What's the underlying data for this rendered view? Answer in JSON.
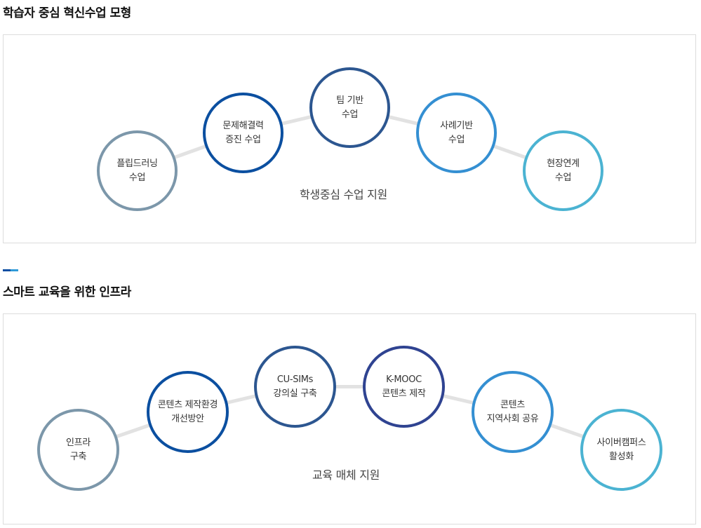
{
  "section1": {
    "title": "학습자 중심 혁신수업 모형",
    "center_label": "학생중심 수업 지원",
    "nodes": [
      {
        "line1": "플립드러닝",
        "line2": "수업",
        "color": "#7c97aa"
      },
      {
        "line1": "문제해결력",
        "line2": "증진 수업",
        "color": "#0b4fa0"
      },
      {
        "line1": "팀 기반",
        "line2": "수업",
        "color": "#2c5690"
      },
      {
        "line1": "사례기반",
        "line2": "수업",
        "color": "#348fd2"
      },
      {
        "line1": "현장연계",
        "line2": "수업",
        "color": "#4bb3d2"
      }
    ]
  },
  "section2": {
    "title": "스마트 교육을 위한 인프라",
    "center_label": "교육 매체 지원",
    "nodes": [
      {
        "line1": "인프라",
        "line2": "구축",
        "color": "#7c97aa"
      },
      {
        "line1": "콘텐츠 제작환경",
        "line2": "개선방안",
        "color": "#0b4fa0"
      },
      {
        "line1": "CU-SIMs",
        "line2": "강의실 구축",
        "color": "#2c5690"
      },
      {
        "line1": "K-MOOC",
        "line2": "콘텐츠 제작",
        "color": "#2f4391"
      },
      {
        "line1": "콘텐츠",
        "line2": "지역사회 공유",
        "color": "#348fd2"
      },
      {
        "line1": "사이버캠퍼스",
        "line2": "활성화",
        "color": "#4bb3d2"
      }
    ]
  },
  "colors": {
    "connector": "#e2e2e2",
    "accent_dark": "#0b4ea2",
    "accent_light": "#2f9ad8"
  }
}
